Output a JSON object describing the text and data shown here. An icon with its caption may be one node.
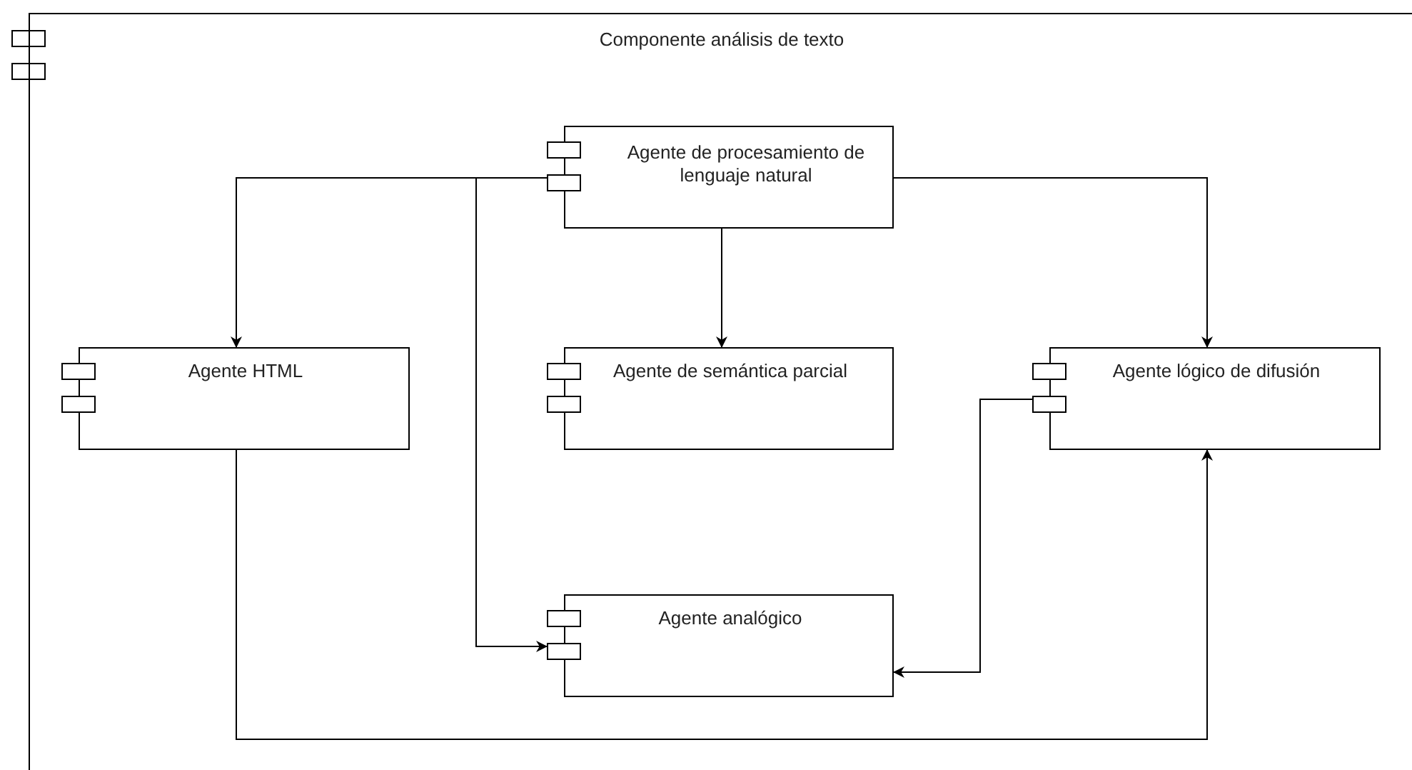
{
  "diagram": {
    "nodes": [
      {
        "text": [
          "Componente análisis de texto"
        ]
      },
      {
        "text": [
          "Agente de procesamiento de lenguaje natural"
        ],
        "in": 0
      },
      {
        "text": [
          "Agente HTML"
        ],
        "in": 0
      },
      {
        "text": [
          "Agente de semántica parcial"
        ],
        "in": 0
      },
      {
        "text": [
          "Agente lógico de difusión"
        ],
        "in": 0
      },
      {
        "text": [
          "Agente analógico"
        ],
        "in": 0
      }
    ],
    "edges": [
      {
        "from": 1,
        "to": 2,
        "arrow": "to"
      },
      {
        "from": 1,
        "to": 3,
        "arrow": "to"
      },
      {
        "from": 1,
        "to": 4,
        "arrow": "to"
      },
      {
        "from": 1,
        "to": 5,
        "arrow": "to"
      },
      {
        "from": 4,
        "to": 5,
        "arrow": "to"
      },
      {
        "from": 2,
        "to": 4,
        "arrow": "to"
      }
    ]
  }
}
